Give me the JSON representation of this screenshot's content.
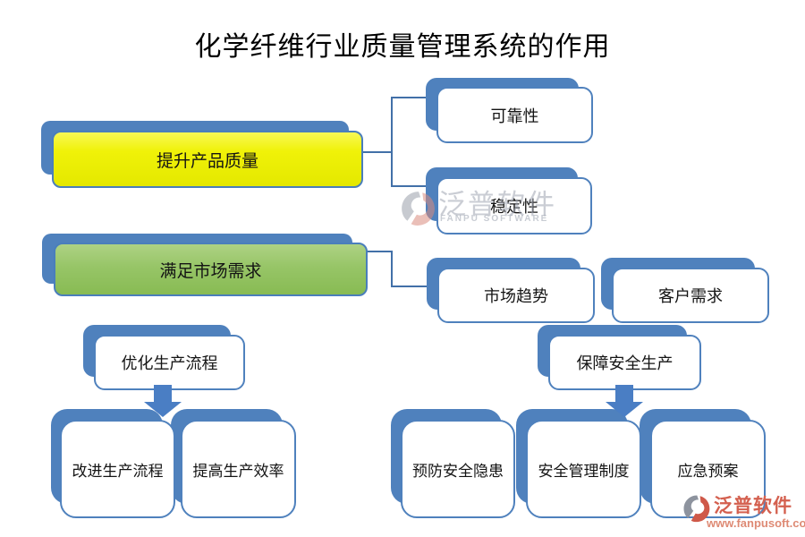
{
  "title": "化学纤维行业质量管理系统的作用",
  "nodes": {
    "improve_quality": {
      "label": "提升产品质量"
    },
    "reliability": {
      "label": "可靠性"
    },
    "stability": {
      "label": "稳定性"
    },
    "meet_market": {
      "label": "满足市场需求"
    },
    "market_trend": {
      "label": "市场趋势"
    },
    "customer_need": {
      "label": "客户需求"
    },
    "optimize_process": {
      "label": "优化生产流程"
    },
    "improve_process": {
      "label": "改进生产流程"
    },
    "efficiency": {
      "label": "提高生产效率"
    },
    "safe_production": {
      "label": "保障安全生产"
    },
    "prevent_hazard": {
      "label": "预防安全隐患"
    },
    "safety_system": {
      "label": "安全管理制度"
    },
    "emergency_plan": {
      "label": "应急预案"
    }
  },
  "watermark": {
    "brand": "泛普软件",
    "brand_en": "FANPU SOFTWARE"
  },
  "logo": {
    "brand": "泛普软件",
    "url": "www.fanpusoft.com"
  },
  "colors": {
    "accent_blue": "#4f81bd",
    "connector_blue": "#4270a8",
    "node_yellow": "#eef005",
    "node_green": "#97c567",
    "logo_red": "#d4604f",
    "logo_salmon": "#de8a74"
  }
}
